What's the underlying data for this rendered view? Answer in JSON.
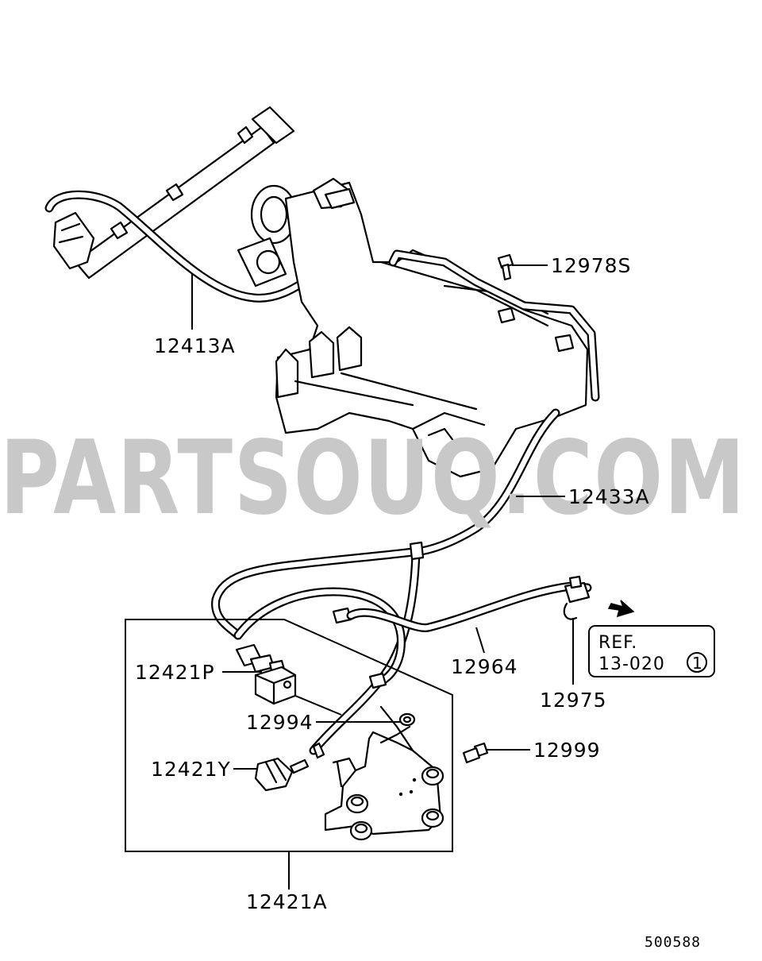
{
  "watermark": "PARTSOUQ.COM",
  "diagram_code": "500588",
  "parts": {
    "p12413A": "12413A",
    "p12978S": "12978S",
    "p12433A": "12433A",
    "p12421P": "12421P",
    "p12964": "12964",
    "p12975": "12975",
    "p12994": "12994",
    "p12999": "12999",
    "p12421Y": "12421Y",
    "p12421A": "12421A"
  },
  "reference": {
    "line1": "REF.",
    "line2": "13-020",
    "circled": "1"
  }
}
